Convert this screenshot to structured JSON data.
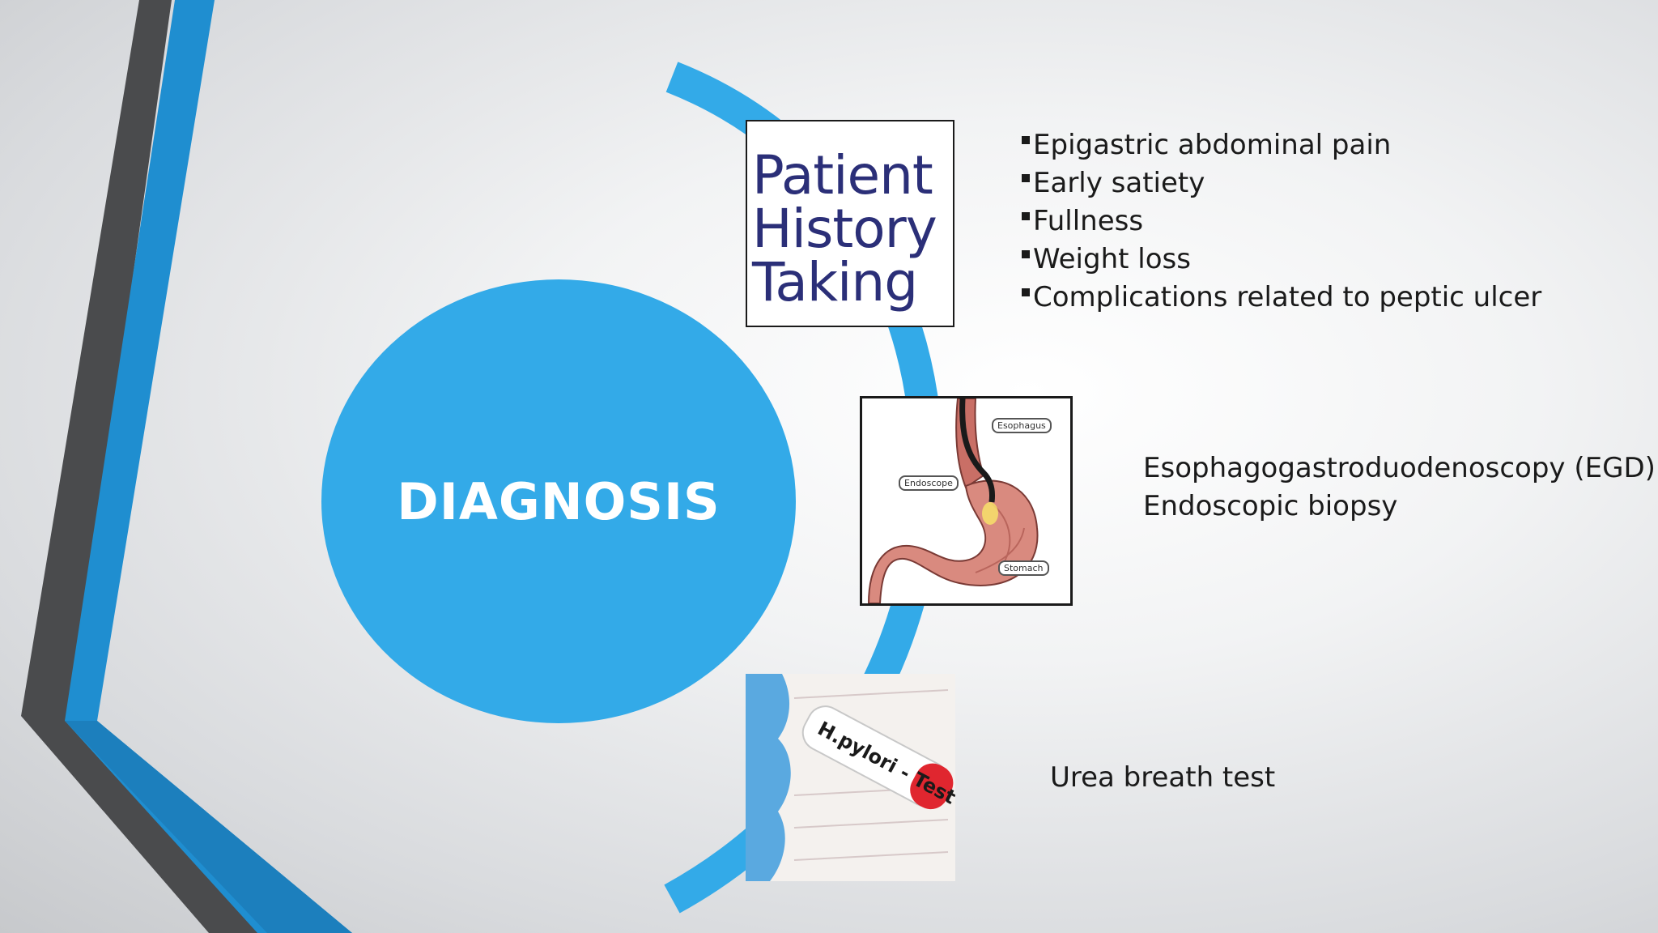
{
  "slide": {
    "title": "DIAGNOSIS",
    "colors": {
      "accent": "#33aae8",
      "dark_stripe": "#4a4b4d",
      "blue_stripe": "#1f8ed0",
      "history_text": "#2b2f78"
    },
    "history": {
      "image_lines": [
        "Patient",
        "History",
        "Taking"
      ],
      "bullets": [
        "Epigastric abdominal pain",
        "Early satiety",
        "Fullness",
        "Weight loss",
        "Complications related to peptic ulcer"
      ]
    },
    "endoscopy": {
      "labels": {
        "esophagus": "Esophagus",
        "endoscope": "Endoscope",
        "stomach": "Stomach"
      },
      "lines": [
        "Esophagogastroduodenoscopy (EGD)",
        "Endoscopic biopsy"
      ]
    },
    "hpylori": {
      "tube_label": "H.pylori - Test",
      "text": "Urea breath test"
    }
  }
}
